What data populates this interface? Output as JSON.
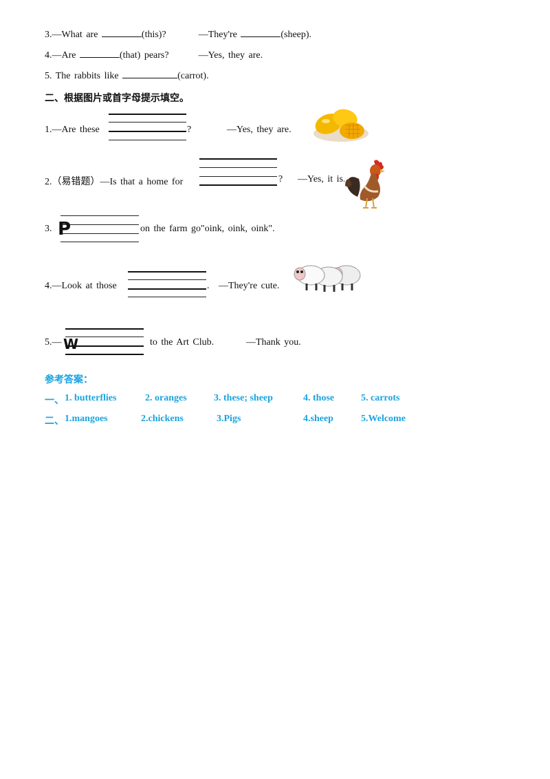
{
  "part1": {
    "q3": {
      "num": "3.",
      "a": "—What  are",
      "a_hint": "(this)?",
      "b": "—They're",
      "b_hint": "(sheep)."
    },
    "q4": {
      "num": "4.",
      "a": "—Are",
      "a_hint": "(that)  pears?",
      "b": "—Yes,  they  are."
    },
    "q5": {
      "num": "5.",
      "a": "The  rabbits  like",
      "a_hint": "(carrot)."
    }
  },
  "part2": {
    "heading": "二、根据图片或首字母提示填空。",
    "q1": {
      "prefix": "1.—Are  these",
      "suffix": "?",
      "reply": "—Yes,  they  are.",
      "image": "mangoes-icon"
    },
    "q2": {
      "prefix": "2.（易错题）—Is  that  a  home  for",
      "suffix": "?",
      "reply": "—Yes,  it  is.",
      "image": "rooster-icon"
    },
    "q3": {
      "prefix": "3.",
      "letter": "P",
      "suffix": "on  the  farm  go\"oink,  oink,  oink\"."
    },
    "q4": {
      "prefix": "4.—Look  at  those",
      "suffix": ".",
      "reply": "—They're  cute.",
      "image": "sheep-icon"
    },
    "q5": {
      "prefix": "5.—",
      "letter": "W",
      "suffix": "to  the  Art  Club.",
      "reply": "—Thank  you."
    }
  },
  "answers": {
    "title": "参考答案：",
    "row1_label": "一、",
    "row1": [
      "1. butterflies",
      "2. oranges",
      "3. these; sheep",
      "4. those",
      "5. carrots"
    ],
    "row2_label": "二、",
    "row2": [
      "1.mangoes",
      "2.chickens",
      "3.Pigs",
      "4.sheep",
      "5.Welcome"
    ],
    "color": "#1aa3e0"
  }
}
